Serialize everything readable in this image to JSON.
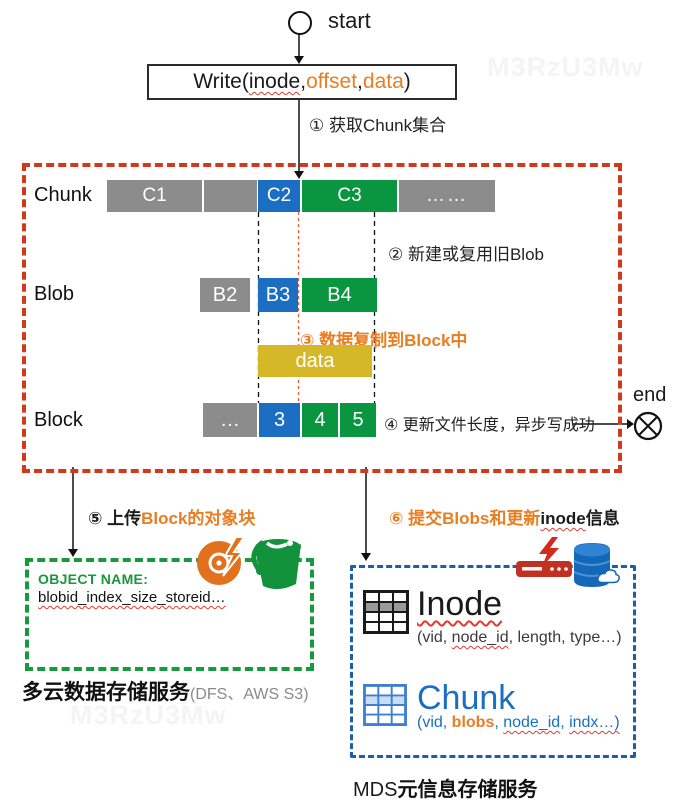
{
  "watermark": {
    "text": "M3RzU3Mw"
  },
  "colors": {
    "block_gray": "#8c8c8c",
    "block_blue": "#1b6ec2",
    "block_green": "#0a9640",
    "data_yellow": "#d4b827",
    "flow_red_box": "#d2381c",
    "accent_orange": "#e87d22",
    "storage_green_box": "#169a3b",
    "mds_blue_box": "#1c5fa8",
    "spellcheck_red": "#e03b2f"
  },
  "flow": {
    "start_label": "start",
    "end_label": "end",
    "write_call": {
      "p1": "Write(",
      "inode": "inode",
      "p2": ", ",
      "offset": "offset",
      "p3": ", ",
      "data": "data",
      "p4": ")"
    }
  },
  "steps": {
    "step1": "① 获取Chunk集合",
    "step2": "② 新建或复用旧Blob",
    "step3": "③ 数据复制到Block中",
    "step4": "④ 更新文件长度，异步写成功",
    "step5": {
      "num": "⑤ ",
      "black": "上传",
      "orange": "Block的对象块"
    },
    "step6": {
      "orange": "⑥ 提交Blobs和更新",
      "inode": "inode",
      "black": "信息"
    }
  },
  "lanes": {
    "chunk": {
      "label": "Chunk",
      "segments": [
        {
          "text": "C1"
        },
        {
          "text": ""
        },
        {
          "text": "C2"
        },
        {
          "text": "C3"
        },
        {
          "text": "……"
        }
      ]
    },
    "blob": {
      "label": "Blob",
      "segments": [
        {
          "text": "B2"
        },
        {
          "text": "B3"
        },
        {
          "text": "B4"
        }
      ]
    },
    "data": {
      "text": "data"
    },
    "block": {
      "label": "Block",
      "segments": [
        {
          "text": "…"
        },
        {
          "text": "3"
        },
        {
          "text": "4"
        },
        {
          "text": "5"
        }
      ]
    }
  },
  "object_storage": {
    "field_label": "OBJECT NAME:",
    "field_value": "blobid_index_size_storeid…",
    "caption_bold": "多云数据存储服务",
    "caption_note": "(DFS、AWS S3)"
  },
  "mds": {
    "inode": {
      "title": "Inode",
      "f1": "(vid, ",
      "node_id": "node_id",
      "f2": ", length, type…)"
    },
    "chunk": {
      "title": "Chunk",
      "f1": "(vid, ",
      "blobs": "blobs",
      "f2": ", ",
      "node_id": "node_id",
      "f3": ", ",
      "indx": "indx…)"
    },
    "caption_prefix": "MDS",
    "caption_bold": "元信息存储服务"
  }
}
